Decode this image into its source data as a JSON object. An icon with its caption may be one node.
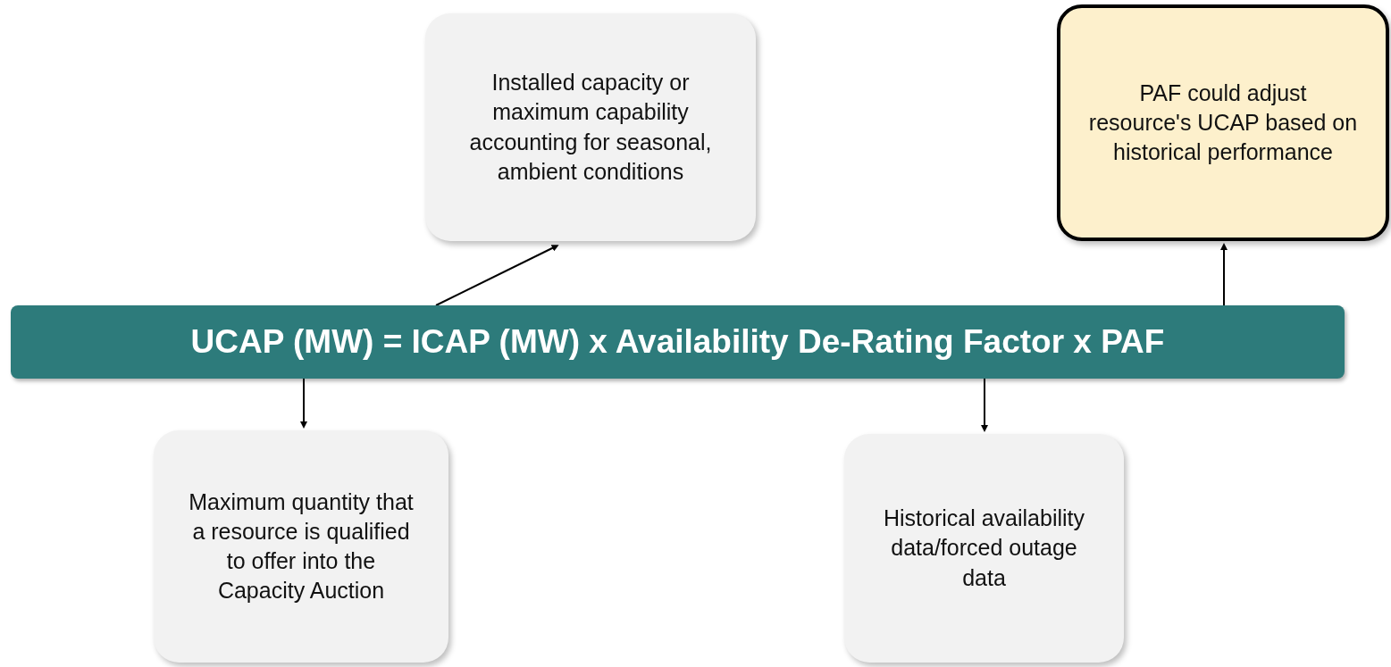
{
  "diagram": {
    "nodes": [
      {
        "text": [
          "UCAP (MW) = ICAP (MW) x Availability De-Rating Factor x PAF"
        ]
      },
      {
        "text": [
          "Installed capacity or maximum capability accounting for seasonal, ambient conditions"
        ]
      },
      {
        "text": [
          "PAF could adjust resource's UCAP based on historical performance"
        ]
      },
      {
        "text": [
          "Maximum quantity that a resource is qualified to offer into the Capacity Auction"
        ]
      },
      {
        "text": [
          "Historical availability data/forced outage data"
        ]
      }
    ],
    "edges": [
      {
        "from": 0,
        "to": 1,
        "arrow": "to"
      },
      {
        "from": 0,
        "to": 2,
        "arrow": "to"
      },
      {
        "from": 0,
        "to": 3,
        "arrow": "to"
      },
      {
        "from": 0,
        "to": 4,
        "arrow": "to"
      }
    ]
  }
}
